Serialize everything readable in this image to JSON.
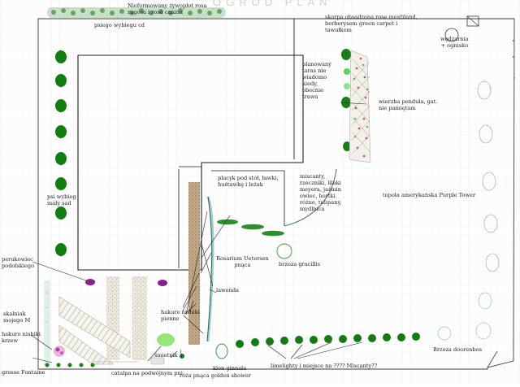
{
  "plan": {
    "title_fragment": "OGRÓD PLAN",
    "colors": {
      "grid": "#e3e3e3",
      "outline": "#1b1b1b",
      "tree_dark": "#127c12",
      "tree_light": "#6ed36e",
      "hedge": "#5d9b5d",
      "shrub_purple": "#86208a",
      "pink_outline": "#c6a3c9",
      "path_brown": "#a88b6a",
      "gravel": "#c9c0ae",
      "leader": "#222222"
    },
    "labels": [
      {
        "id": "top-hedge-note",
        "text": "Nieformowany żywopłot rosa\nrugosa i rosa canina"
      },
      {
        "id": "psiego-wybiegu",
        "text": "psiego wybiegu cd"
      },
      {
        "id": "skarpa",
        "text": "skarpa obsadzona rose meidiland,\nberberysem green carpet i\ntawułkom"
      },
      {
        "id": "wedzarnia",
        "text": "wędzarnia\n+ ognisko"
      },
      {
        "id": "taras",
        "text": "planowany\ntaras nie\nwiadomo\nkiedy,\nobecnie\ntrawa"
      },
      {
        "id": "wierzba",
        "text": "wierzba pendula, gat.\nnie pamiętam"
      },
      {
        "id": "placyk",
        "text": "placyk pod stół, ławki,\nhuśtawkę i leżak"
      },
      {
        "id": "miscanty",
        "text": "miscanty,\nrzeczniki, lilaki\nmeyera, jaśmin\nowiec, hortki\nróżne, tulipany,\nmydlnica"
      },
      {
        "id": "topola",
        "text": "topola amerykańska Purple Tower"
      },
      {
        "id": "psi-wybieg",
        "text": "psi wybieg\nmały sad"
      },
      {
        "id": "rosarium",
        "text": "Rosarium Uetersen\npnąca"
      },
      {
        "id": "brzoza",
        "text": "brzoza gracillis"
      },
      {
        "id": "perukowiec",
        "text": "perukowiec\npodolskiego"
      },
      {
        "id": "lawenda",
        "text": "lawenda"
      },
      {
        "id": "hakuro-pienne",
        "text": "hakuro nishiki\npienne"
      },
      {
        "id": "skalniak",
        "text": "skalniak\nmojego M"
      },
      {
        "id": "hakuro-krzew",
        "text": "hakuro nishiki\nkrzew"
      },
      {
        "id": "smietnik",
        "text": "śmietnik"
      },
      {
        "id": "klon",
        "text": "klon ginnala"
      },
      {
        "id": "limelighty",
        "text": "limelighty i miejsce na ???? Miscanty??"
      },
      {
        "id": "brzoza-doorenbos",
        "text": "Brzoza doorenbos"
      },
      {
        "id": "grosse",
        "text": "grosse Fontaine"
      },
      {
        "id": "catalpa",
        "text": "catalpa na podwójnym pni"
      },
      {
        "id": "roza-golden",
        "text": "róża pnąca golden shower"
      }
    ]
  }
}
